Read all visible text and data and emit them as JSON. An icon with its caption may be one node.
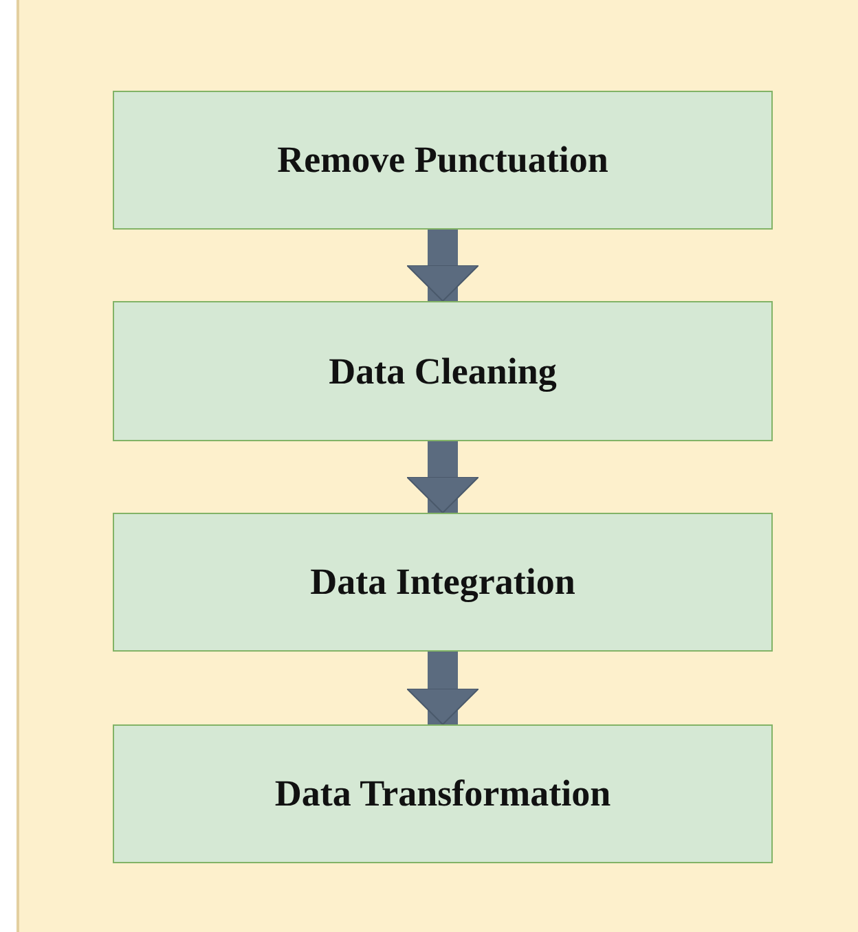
{
  "diagram": {
    "nodes": [
      {
        "text": [
          "Remove Punctuation"
        ]
      },
      {
        "text": [
          "Data Cleaning"
        ]
      },
      {
        "text": [
          "Data Integration"
        ]
      },
      {
        "text": [
          "Data Transformation"
        ]
      }
    ],
    "edges": [
      {
        "from": 0,
        "to": 1,
        "arrow": "to"
      },
      {
        "from": 1,
        "to": 2,
        "arrow": "to"
      },
      {
        "from": 2,
        "to": 3,
        "arrow": "to"
      }
    ]
  }
}
